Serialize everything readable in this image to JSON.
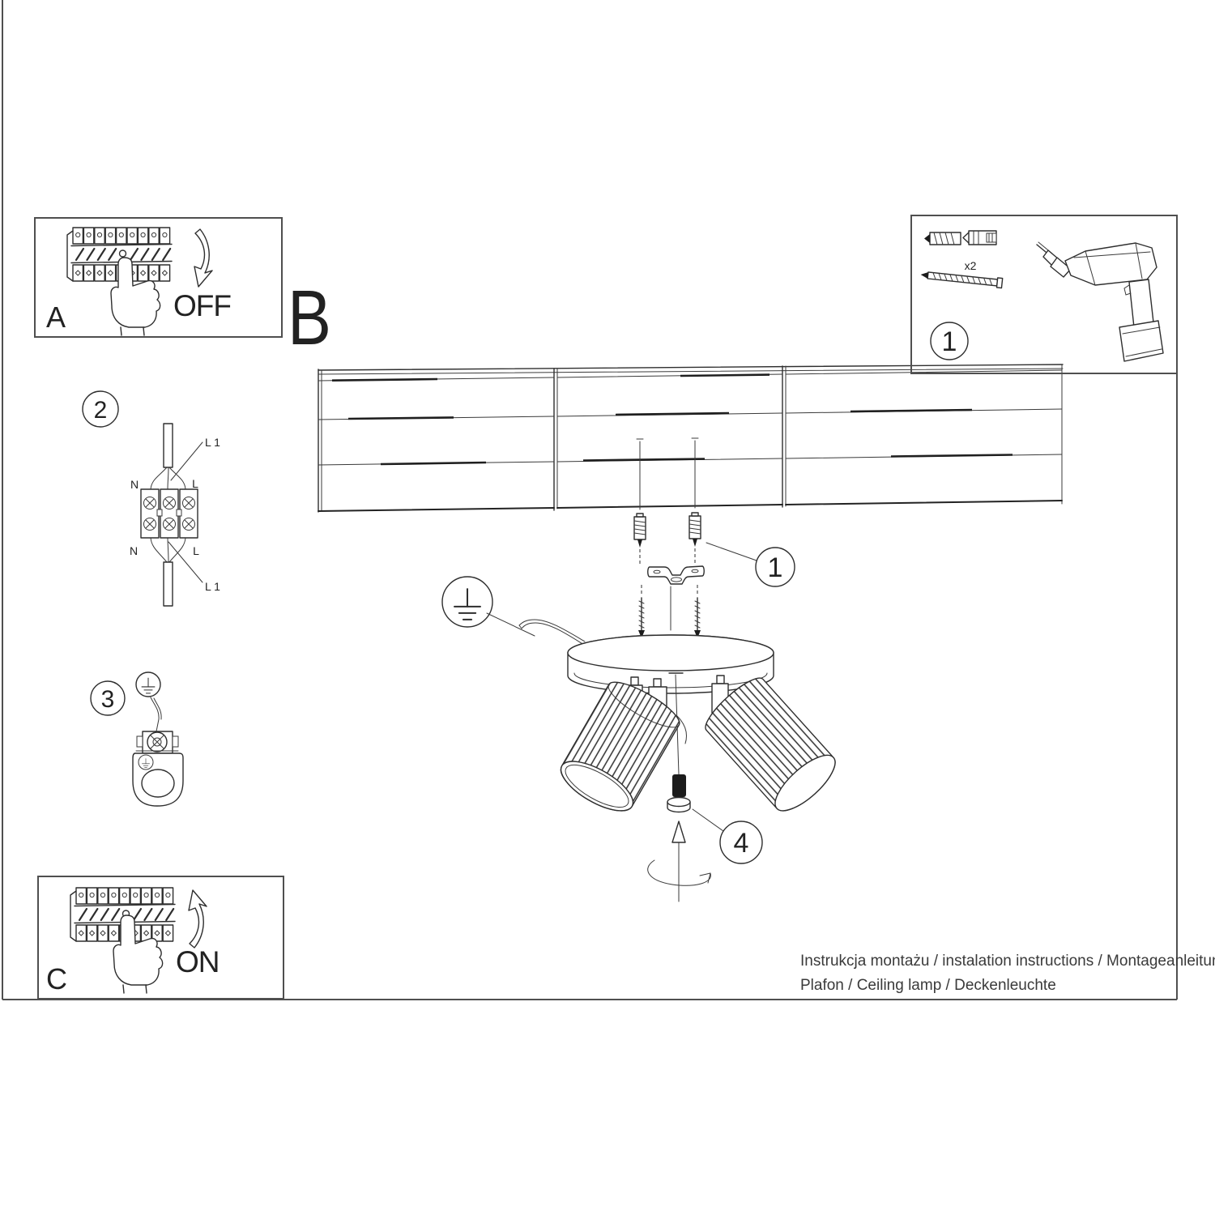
{
  "labels": {
    "step_a": "A",
    "step_b": "B",
    "step_c": "C",
    "power_off": "OFF",
    "power_on": "ON"
  },
  "callouts": {
    "parts": "1",
    "wiring": "2",
    "earth": "3",
    "mounting": "1",
    "adjust": "4"
  },
  "parts_box": {
    "anchor_qty": "x2"
  },
  "wiring": {
    "n_top": "N",
    "l_top": "L",
    "n_bottom": "N",
    "l_bottom": "L",
    "l1_top": "L 1",
    "l1_bottom": "L 1"
  },
  "footer": {
    "line1": "Instrukcja montażu / instalation instructions / Montageanleitung",
    "line2": "Plafon / Ceiling lamp / Deckenleuchte"
  }
}
